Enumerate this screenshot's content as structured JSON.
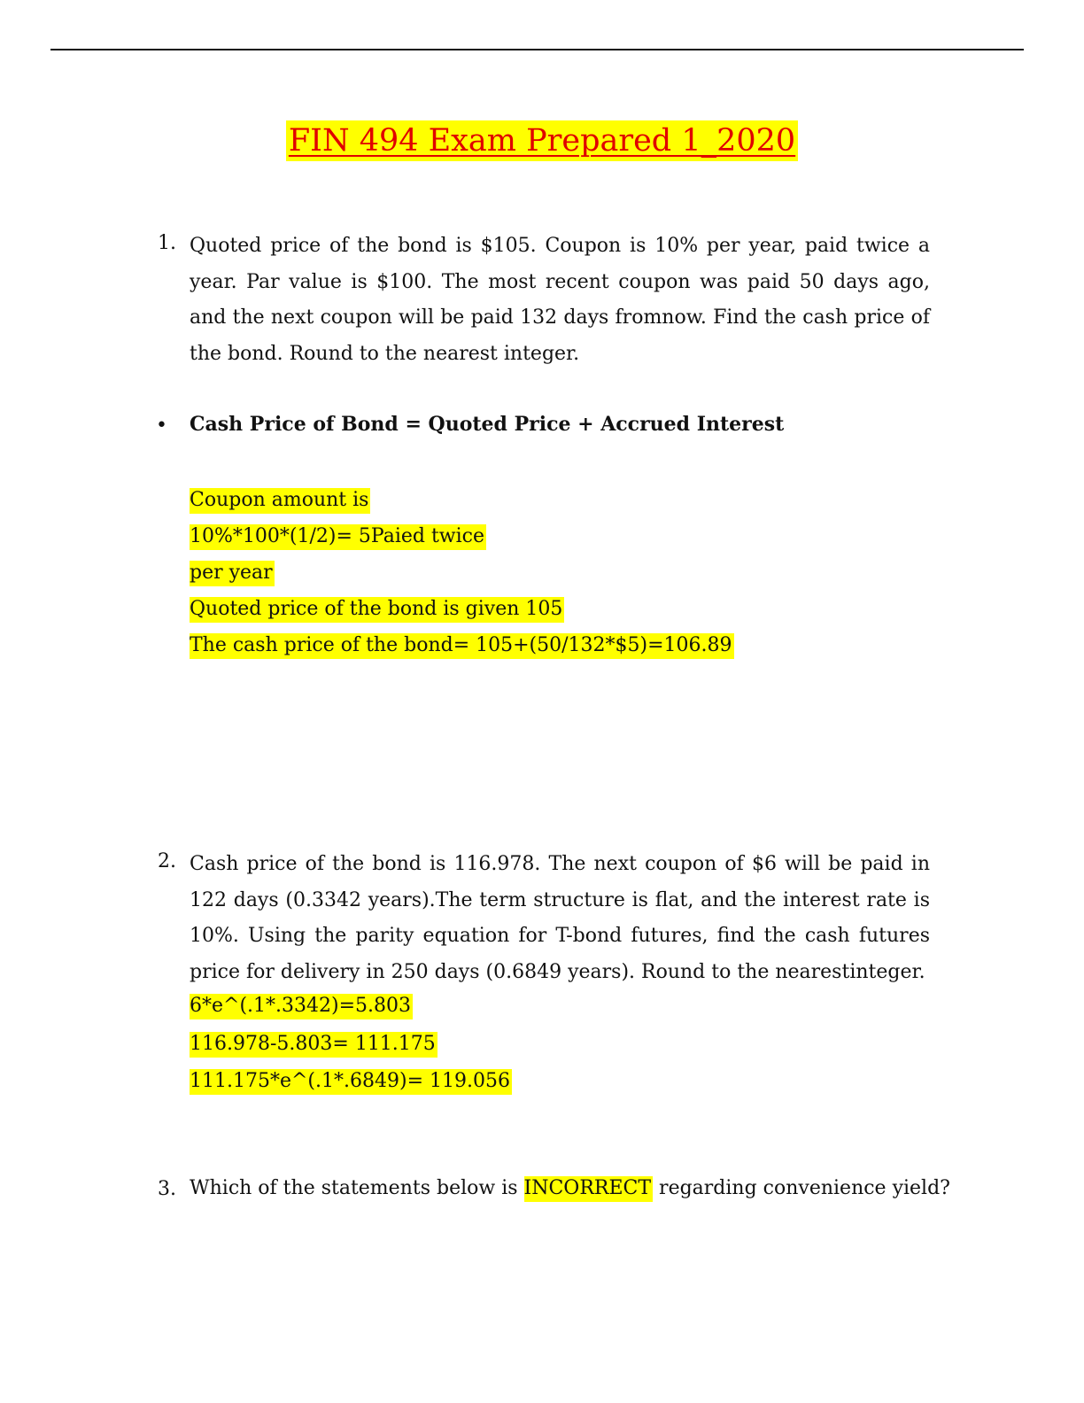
{
  "title": "FIN 494 Exam Prepared 1_2020",
  "q1": {
    "number": "1.",
    "text": "Quoted price of the bond is $105. Coupon is 10% per year, paid twice a year. Par value is $100. The most recent coupon was paid 50 days ago, and the next coupon will be paid 132 days fromnow. Find the cash price of the bond. Round to the nearest integer.",
    "bullet": "•",
    "formula": "Cash Price of Bond = Quoted Price + Accrued Interest",
    "answer_lines": [
      "Coupon amount is",
      "10%*100*(1/2)= 5Paied twice",
      "per year",
      "Quoted price of the bond is given 105",
      "The cash price of the bond= 105+(50/132*$5)=106.89"
    ]
  },
  "q2": {
    "number": "2.",
    "text": "Cash price of the bond is 116.978. The next coupon of $6 will be paid in 122 days (0.3342 years).The term structure is flat, and the interest rate is 10%. Using the parity equation for T-bond futures, find the cash futures price for delivery in 250 days (0.6849 years). Round to the nearestinteger.",
    "answer_lines": [
      "6*e^(.1*.3342)=5.803",
      "116.978-5.803= 111.175",
      "111.175*e^(.1*.6849)= 119.056"
    ]
  },
  "q3": {
    "number": "3.",
    "text_before": "Which of the statements below is",
    "highlight": "INCORRECT",
    "text_after": "regarding convenience yield?"
  }
}
